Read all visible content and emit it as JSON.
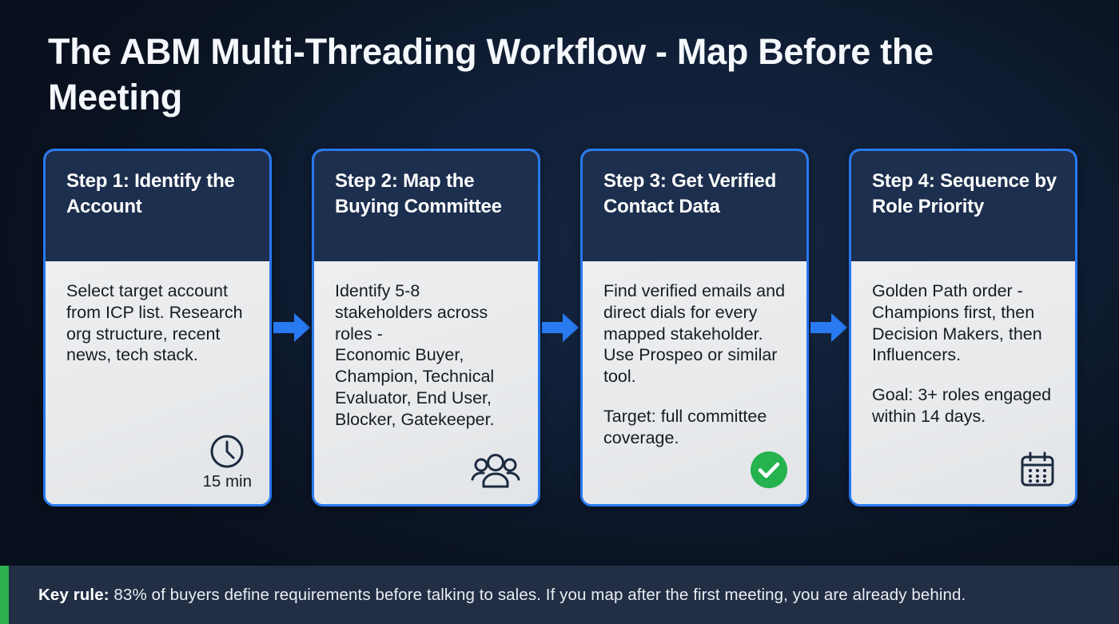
{
  "title": "The ABM Multi-Threading Workflow - Map Before the Meeting",
  "colors": {
    "background": "#102038",
    "card_border": "#2979f0",
    "card_header_bg": "#1d2f4e",
    "card_body_bg": "#eceef0",
    "arrow": "#2979f0",
    "accent_green": "#2db14e",
    "check_green": "#25b24f",
    "title_text": "#f4f7fb",
    "body_text": "#181c22"
  },
  "cards": [
    {
      "header": "Step 1: Identify the Account",
      "paragraphs": [
        "Select target account from ICP list. Research org structure, recent news, tech stack."
      ],
      "icon": "clock-icon",
      "icon_caption": "15 min"
    },
    {
      "header": "Step 2: Map the Buying Committee",
      "paragraphs": [
        "Identify 5-8 stakeholders across roles -\nEconomic Buyer, Champion, Technical Evaluator, End User, Blocker, Gatekeeper."
      ],
      "icon": "people-group-icon",
      "icon_caption": ""
    },
    {
      "header": "Step 3: Get Verified Contact Data",
      "paragraphs": [
        "Find verified emails and direct dials for every mapped stakeholder. Use Prospeo or similar tool.",
        "Target: full committee coverage."
      ],
      "icon": "green-check-icon",
      "icon_caption": ""
    },
    {
      "header": "Step 4: Sequence by Role Priority",
      "paragraphs": [
        "Golden Path order - Champions first, then Decision Makers, then Influencers.",
        "Goal: 3+ roles engaged within 14 days."
      ],
      "icon": "calendar-icon",
      "icon_caption": ""
    }
  ],
  "arrows": [
    "arrow-right-icon",
    "arrow-right-icon",
    "arrow-right-icon"
  ],
  "footer": {
    "label": "Key rule:",
    "text": " 83% of buyers define requirements before talking to sales. If you map after the first meeting, you are already behind."
  }
}
